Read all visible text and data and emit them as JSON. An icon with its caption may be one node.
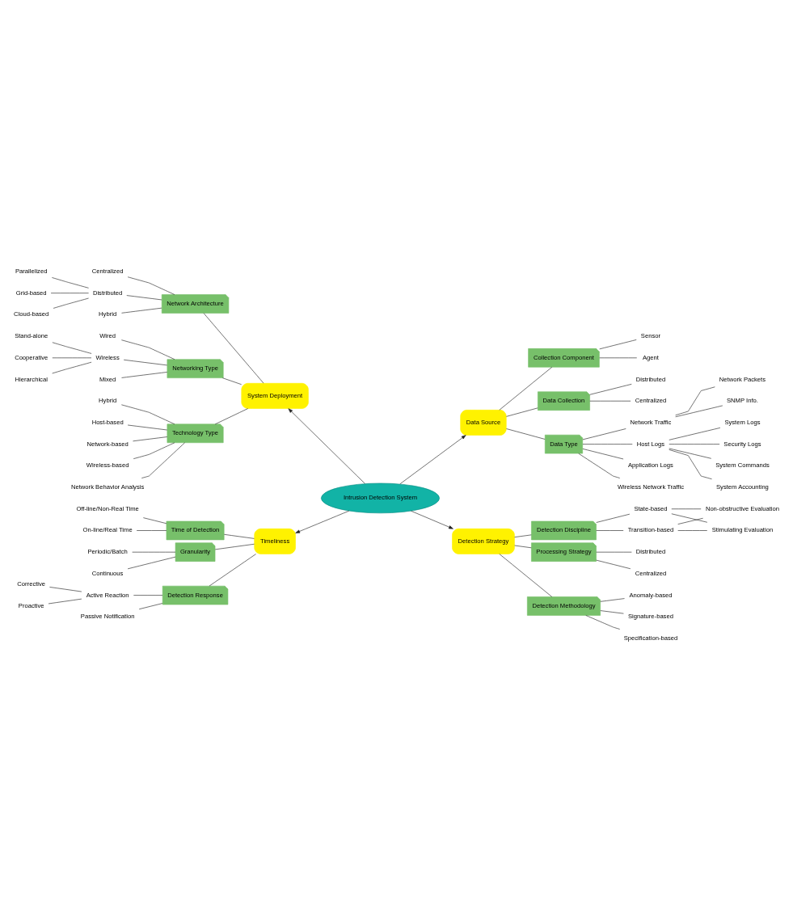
{
  "diagram": {
    "nodes": [
      {
        "text": [
          "Intrusion Detection System"
        ]
      },
      {
        "text": [
          "System Deployment"
        ]
      },
      {
        "text": [
          "Data Source"
        ]
      },
      {
        "text": [
          "Timeliness"
        ]
      },
      {
        "text": [
          "Detection Strategy"
        ]
      },
      {
        "text": [
          "Network Architecture"
        ]
      },
      {
        "text": [
          "Networking Type"
        ]
      },
      {
        "text": [
          "Technology Type"
        ]
      },
      {
        "text": [
          "Centralized"
        ]
      },
      {
        "text": [
          "Distributed"
        ]
      },
      {
        "text": [
          "Hybrid"
        ]
      },
      {
        "text": [
          "Parallelized"
        ]
      },
      {
        "text": [
          "Grid-based"
        ]
      },
      {
        "text": [
          "Cloud-based"
        ]
      },
      {
        "text": [
          "Wired"
        ]
      },
      {
        "text": [
          "Wireless"
        ]
      },
      {
        "text": [
          "Mixed"
        ]
      },
      {
        "text": [
          "Stand-alone"
        ]
      },
      {
        "text": [
          "Cooperative"
        ]
      },
      {
        "text": [
          "Hierarchical"
        ]
      },
      {
        "text": [
          "Host-based"
        ]
      },
      {
        "text": [
          "Network-based"
        ]
      },
      {
        "text": [
          "Wireless-based"
        ]
      },
      {
        "text": [
          "Network Behavior Analysis"
        ]
      },
      {
        "text": [
          "Hybrid"
        ]
      },
      {
        "text": [
          "Collection Component"
        ]
      },
      {
        "text": [
          "Data Collection"
        ]
      },
      {
        "text": [
          "Data Type"
        ]
      },
      {
        "text": [
          "Agent"
        ]
      },
      {
        "text": [
          "Sensor"
        ]
      },
      {
        "text": [
          "Centralized"
        ]
      },
      {
        "text": [
          "Distributed"
        ]
      },
      {
        "text": [
          "Host Logs"
        ]
      },
      {
        "text": [
          "Application Logs"
        ]
      },
      {
        "text": [
          "Wireless Network Traffic"
        ]
      },
      {
        "text": [
          "Network Traffic"
        ]
      },
      {
        "text": [
          "System Commands"
        ]
      },
      {
        "text": [
          "System Accounting"
        ]
      },
      {
        "text": [
          "System Logs"
        ]
      },
      {
        "text": [
          "Security Logs"
        ]
      },
      {
        "text": [
          "Network Packets"
        ]
      },
      {
        "text": [
          "SNMP Info."
        ]
      },
      {
        "text": [
          "Time of Detection"
        ]
      },
      {
        "text": [
          "Granularity"
        ]
      },
      {
        "text": [
          "Detection Response"
        ]
      },
      {
        "text": [
          "On-line/Real Time"
        ]
      },
      {
        "text": [
          "Off-line/Non-Real Time"
        ]
      },
      {
        "text": [
          "Continuous"
        ]
      },
      {
        "text": [
          "Periodic/Batch"
        ]
      },
      {
        "text": [
          "Passive Notification"
        ]
      },
      {
        "text": [
          "Active Reaction"
        ]
      },
      {
        "text": [
          "Corrective"
        ]
      },
      {
        "text": [
          "Proactive"
        ]
      },
      {
        "text": [
          "Detection Discipline"
        ]
      },
      {
        "text": [
          "Processing Strategy"
        ]
      },
      {
        "text": [
          "Detection Methodology"
        ]
      },
      {
        "text": [
          "State-based"
        ]
      },
      {
        "text": [
          "Transition-based"
        ]
      },
      {
        "text": [
          "Non-obstructive Evaluation"
        ]
      },
      {
        "text": [
          "Stimulating Evaluation"
        ]
      },
      {
        "text": [
          "Centralized"
        ]
      },
      {
        "text": [
          "Distributed"
        ]
      },
      {
        "text": [
          "Anomaly-based"
        ]
      },
      {
        "text": [
          "Signature-based"
        ]
      },
      {
        "text": [
          "Specification-based"
        ]
      }
    ],
    "edges": [
      {
        "from": 0,
        "to": 1,
        "arrow": "to"
      },
      {
        "from": 0,
        "to": 2,
        "arrow": "to"
      },
      {
        "from": 0,
        "to": 3,
        "arrow": "to"
      },
      {
        "from": 0,
        "to": 4,
        "arrow": "to"
      },
      {
        "from": 1,
        "to": 5,
        "arrow": "none"
      },
      {
        "from": 1,
        "to": 6,
        "arrow": "none"
      },
      {
        "from": 1,
        "to": 7,
        "arrow": "none"
      },
      {
        "from": 5,
        "to": 8,
        "arrow": "none"
      },
      {
        "from": 5,
        "to": 9,
        "arrow": "none"
      },
      {
        "from": 5,
        "to": 10,
        "arrow": "none"
      },
      {
        "from": 9,
        "to": 11,
        "arrow": "none"
      },
      {
        "from": 9,
        "to": 12,
        "arrow": "none"
      },
      {
        "from": 9,
        "to": 13,
        "arrow": "none"
      },
      {
        "from": 6,
        "to": 14,
        "arrow": "none"
      },
      {
        "from": 6,
        "to": 15,
        "arrow": "none"
      },
      {
        "from": 6,
        "to": 16,
        "arrow": "none"
      },
      {
        "from": 15,
        "to": 17,
        "arrow": "none"
      },
      {
        "from": 15,
        "to": 18,
        "arrow": "none"
      },
      {
        "from": 15,
        "to": 19,
        "arrow": "none"
      },
      {
        "from": 7,
        "to": 20,
        "arrow": "none"
      },
      {
        "from": 7,
        "to": 21,
        "arrow": "none"
      },
      {
        "from": 7,
        "to": 22,
        "arrow": "none"
      },
      {
        "from": 7,
        "to": 23,
        "arrow": "none"
      },
      {
        "from": 7,
        "to": 24,
        "arrow": "none"
      },
      {
        "from": 2,
        "to": 25,
        "arrow": "none"
      },
      {
        "from": 2,
        "to": 26,
        "arrow": "none"
      },
      {
        "from": 2,
        "to": 27,
        "arrow": "none"
      },
      {
        "from": 25,
        "to": 28,
        "arrow": "none"
      },
      {
        "from": 25,
        "to": 29,
        "arrow": "none"
      },
      {
        "from": 26,
        "to": 30,
        "arrow": "none"
      },
      {
        "from": 26,
        "to": 31,
        "arrow": "none"
      },
      {
        "from": 27,
        "to": 32,
        "arrow": "none"
      },
      {
        "from": 27,
        "to": 33,
        "arrow": "none"
      },
      {
        "from": 27,
        "to": 34,
        "arrow": "none"
      },
      {
        "from": 27,
        "to": 35,
        "arrow": "none"
      },
      {
        "from": 32,
        "to": 36,
        "arrow": "none"
      },
      {
        "from": 32,
        "to": 37,
        "arrow": "none"
      },
      {
        "from": 32,
        "to": 38,
        "arrow": "none"
      },
      {
        "from": 32,
        "to": 39,
        "arrow": "none"
      },
      {
        "from": 35,
        "to": 40,
        "arrow": "none"
      },
      {
        "from": 35,
        "to": 41,
        "arrow": "none"
      },
      {
        "from": 3,
        "to": 42,
        "arrow": "none"
      },
      {
        "from": 3,
        "to": 43,
        "arrow": "none"
      },
      {
        "from": 3,
        "to": 44,
        "arrow": "none"
      },
      {
        "from": 42,
        "to": 45,
        "arrow": "none"
      },
      {
        "from": 42,
        "to": 46,
        "arrow": "none"
      },
      {
        "from": 43,
        "to": 47,
        "arrow": "none"
      },
      {
        "from": 43,
        "to": 48,
        "arrow": "none"
      },
      {
        "from": 44,
        "to": 49,
        "arrow": "none"
      },
      {
        "from": 44,
        "to": 50,
        "arrow": "none"
      },
      {
        "from": 50,
        "to": 51,
        "arrow": "none"
      },
      {
        "from": 50,
        "to": 52,
        "arrow": "none"
      },
      {
        "from": 4,
        "to": 53,
        "arrow": "none"
      },
      {
        "from": 4,
        "to": 54,
        "arrow": "none"
      },
      {
        "from": 4,
        "to": 55,
        "arrow": "none"
      },
      {
        "from": 53,
        "to": 56,
        "arrow": "none"
      },
      {
        "from": 53,
        "to": 57,
        "arrow": "none"
      },
      {
        "from": 56,
        "to": 58,
        "arrow": "none"
      },
      {
        "from": 56,
        "to": 59,
        "arrow": "none"
      },
      {
        "from": 57,
        "to": 58,
        "arrow": "none"
      },
      {
        "from": 57,
        "to": 59,
        "arrow": "none"
      },
      {
        "from": 54,
        "to": 60,
        "arrow": "none"
      },
      {
        "from": 54,
        "to": 61,
        "arrow": "none"
      },
      {
        "from": 55,
        "to": 62,
        "arrow": "none"
      },
      {
        "from": 55,
        "to": 63,
        "arrow": "none"
      },
      {
        "from": 55,
        "to": 64,
        "arrow": "none"
      }
    ]
  }
}
